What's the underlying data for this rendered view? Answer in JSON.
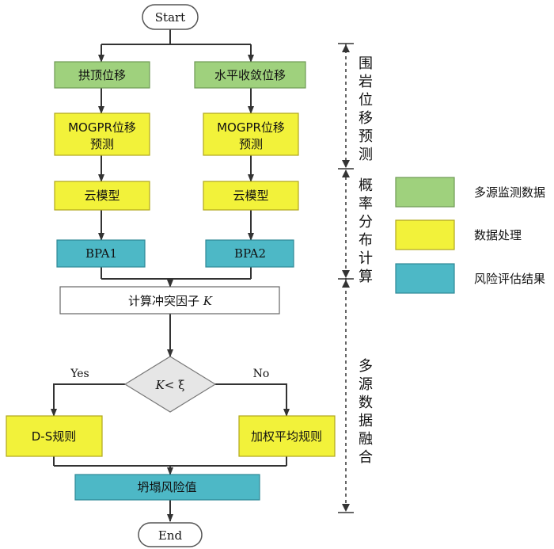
{
  "flow": {
    "start": "Start",
    "end": "End",
    "left_source": "拱顶位移",
    "right_source": "水平收敛位移",
    "mogpr_line1": "MOGPR位移",
    "mogpr_line2": "预测",
    "cloud_model": "云模型",
    "bpa1": "BPA1",
    "bpa2": "BPA2",
    "conflict_prefix": "计算冲突因子 ",
    "conflict_var": "K",
    "decision_k": "K",
    "decision_op": "< ξ",
    "yes": "Yes",
    "no": "No",
    "ds_rule": "D-S规则",
    "weighted_rule": "加权平均规则",
    "risk_value": "坍塌风险值"
  },
  "stages": {
    "stage1": "围岩位移预测",
    "stage2": "概率分布计算",
    "stage3": "多源数据融合"
  },
  "legend": [
    {
      "label": "多源监测数据",
      "color": "#9fd17d"
    },
    {
      "label": "数据处理",
      "color": "#f2f23a"
    },
    {
      "label": "风险评估结果",
      "color": "#4db8c6"
    }
  ],
  "colors": {
    "green": "#9fd17d",
    "yellow": "#f2f23a",
    "teal": "#4db8c6",
    "line": "#333333"
  }
}
